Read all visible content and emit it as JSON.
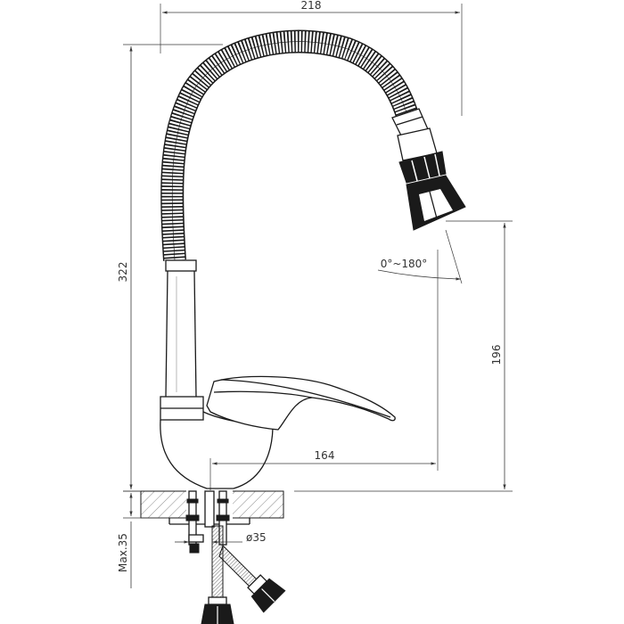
{
  "drawing": {
    "dimensions": {
      "overall_width": "218",
      "overall_height": "322",
      "spout_height": "196",
      "spout_reach": "164",
      "swivel_angle": "0°~180°",
      "hole_diameter": "ø35",
      "max_counter_thickness": "Max.35"
    },
    "colors": {
      "line": "#1a1a1a",
      "dimension": "#3a3a3a",
      "background": "#ffffff"
    }
  }
}
